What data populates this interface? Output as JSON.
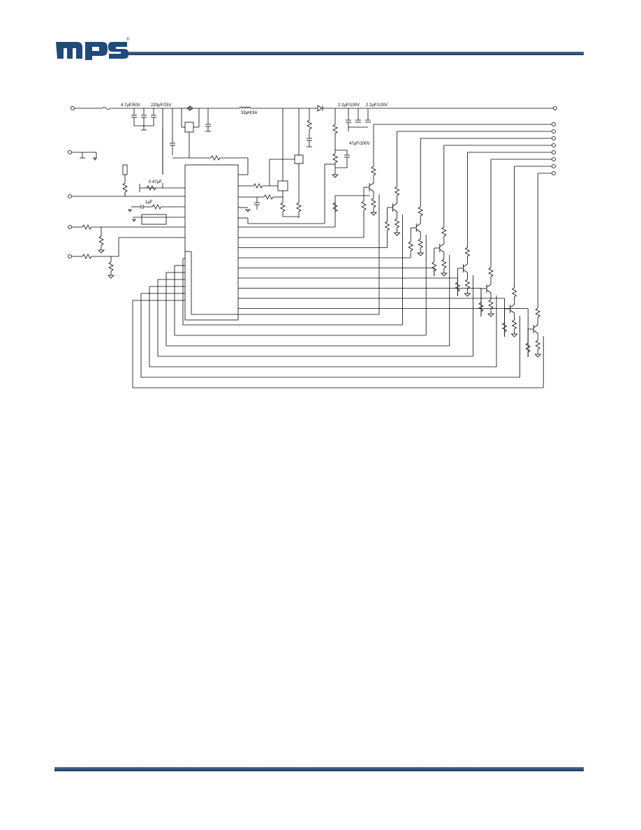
{
  "header": {
    "logo_text": "mps",
    "logo_mark": "®",
    "brand_color": "#1f4a7a"
  },
  "schematic": {
    "labels": {
      "c_in": "4.7µF/50V",
      "c_bulk": "220µF/25V",
      "inductor": "33µH/3A",
      "c_out1": "2.2µF/100V",
      "c_out2": "2.2µF/100V",
      "c_boost": "47µF/100V",
      "c_047": "0.47µF",
      "c_1u": "1µF"
    }
  }
}
